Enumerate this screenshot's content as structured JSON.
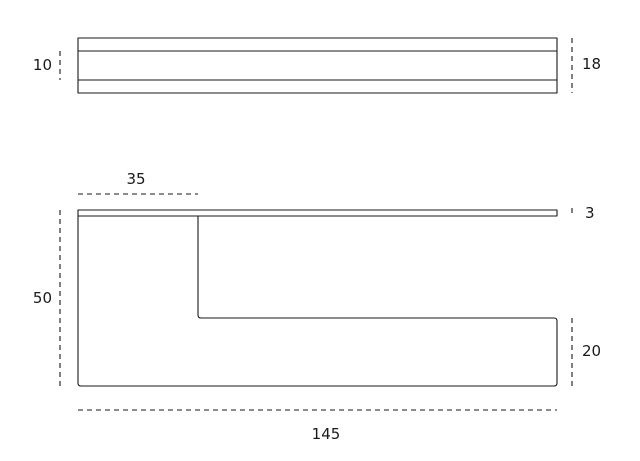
{
  "dimensions": {
    "top_view_inner_thickness": "10",
    "top_view_total_thickness": "18",
    "handle_grip_length": "35",
    "rose_plate_thickness": "3",
    "total_height": "50",
    "lever_height": "20",
    "total_length": "145"
  },
  "colors": {
    "stroke": "#1a1a1a",
    "background": "#ffffff"
  }
}
